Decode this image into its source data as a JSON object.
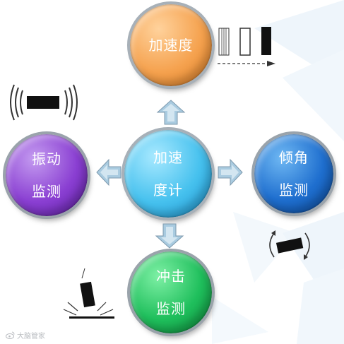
{
  "nodes": {
    "center": {
      "line1": "加速",
      "line2": "度计",
      "color": "#46c1ee"
    },
    "top": {
      "label": "加速度",
      "color": "#f5a24f"
    },
    "left": {
      "line1": "振动",
      "line2": "监测",
      "color": "#8a3fd2"
    },
    "right": {
      "line1": "倾角",
      "line2": "监测",
      "color": "#1f6fcf"
    },
    "bottom": {
      "line1": "冲击",
      "line2": "监测",
      "color": "#1fbf5c"
    }
  },
  "arrow_color": "#a9cbe0",
  "watermark": {
    "icon": "weibo-icon",
    "text": "大脑管家"
  }
}
